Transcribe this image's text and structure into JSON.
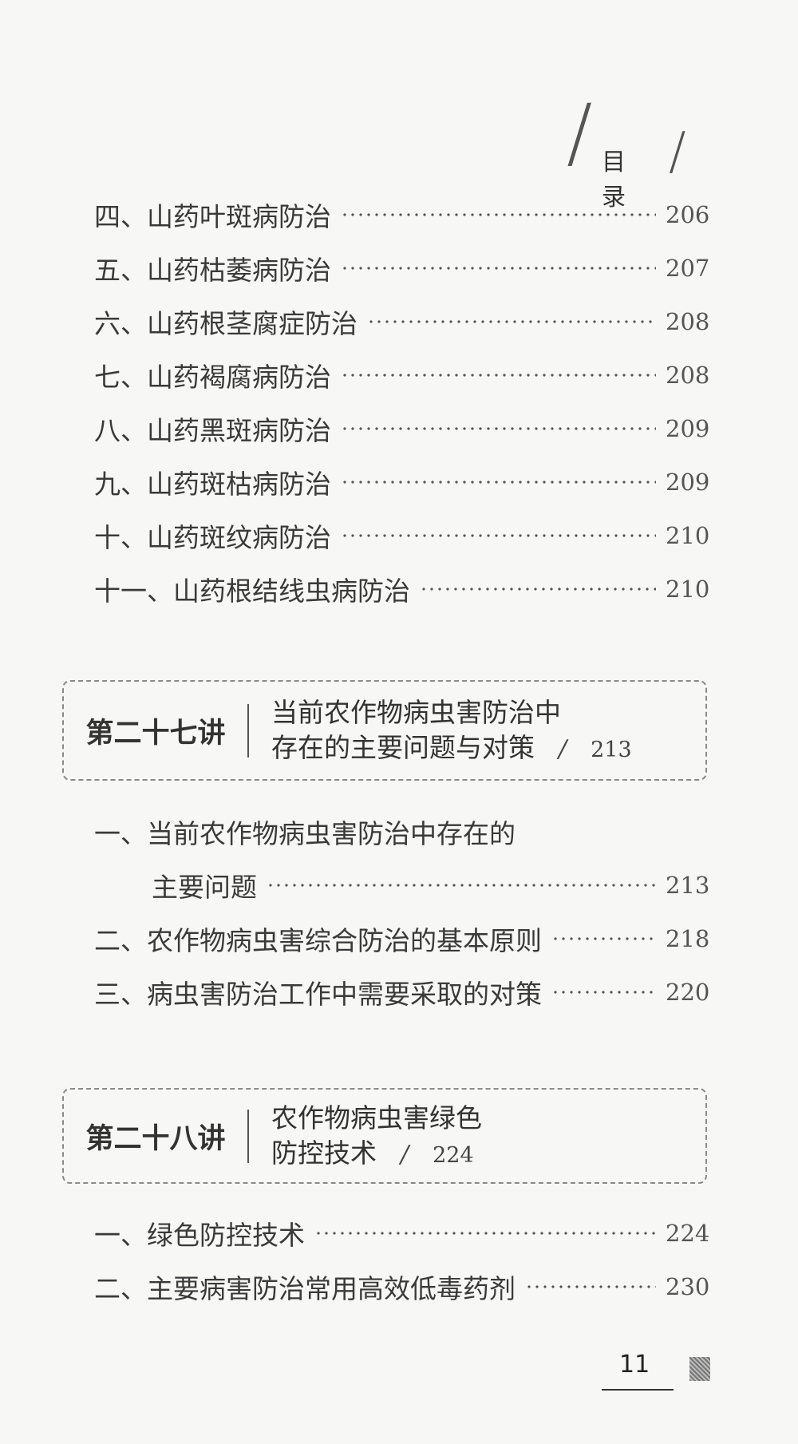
{
  "header": {
    "title": "目  录"
  },
  "sections": [
    {
      "entries": [
        {
          "label": "四、山药叶斑病防治",
          "page": "206"
        },
        {
          "label": "五、山药枯萎病防治",
          "page": "207"
        },
        {
          "label": "六、山药根茎腐症防治",
          "page": "208"
        },
        {
          "label": "七、山药褐腐病防治",
          "page": "208"
        },
        {
          "label": "八、山药黑斑病防治",
          "page": "209"
        },
        {
          "label": "九、山药斑枯病防治",
          "page": "209"
        },
        {
          "label": "十、山药斑纹病防治",
          "page": "210"
        },
        {
          "label": "十一、山药根结线虫病防治",
          "page": "210"
        }
      ]
    }
  ],
  "chapters": [
    {
      "number": "第二十七讲",
      "title_line1": "当前农作物病虫害防治中",
      "title_line2": "存在的主要问题与对策",
      "separator": "/",
      "page": "213",
      "entries": [
        {
          "label": "一、当前农作物病虫害防治中存在的",
          "page": ""
        },
        {
          "label": "主要问题",
          "page": "213",
          "indent": true
        },
        {
          "label": "二、农作物病虫害综合防治的基本原则",
          "page": "218"
        },
        {
          "label": "三、病虫害防治工作中需要采取的对策",
          "page": "220"
        }
      ]
    },
    {
      "number": "第二十八讲",
      "title_line1": "农作物病虫害绿色",
      "title_line2": "防控技术",
      "separator": "/",
      "page": "224",
      "entries": [
        {
          "label": "一、绿色防控技术",
          "page": "224"
        },
        {
          "label": "二、主要病害防治常用高效低毒药剂",
          "page": "230"
        }
      ]
    }
  ],
  "footer": {
    "page_number": "11"
  }
}
